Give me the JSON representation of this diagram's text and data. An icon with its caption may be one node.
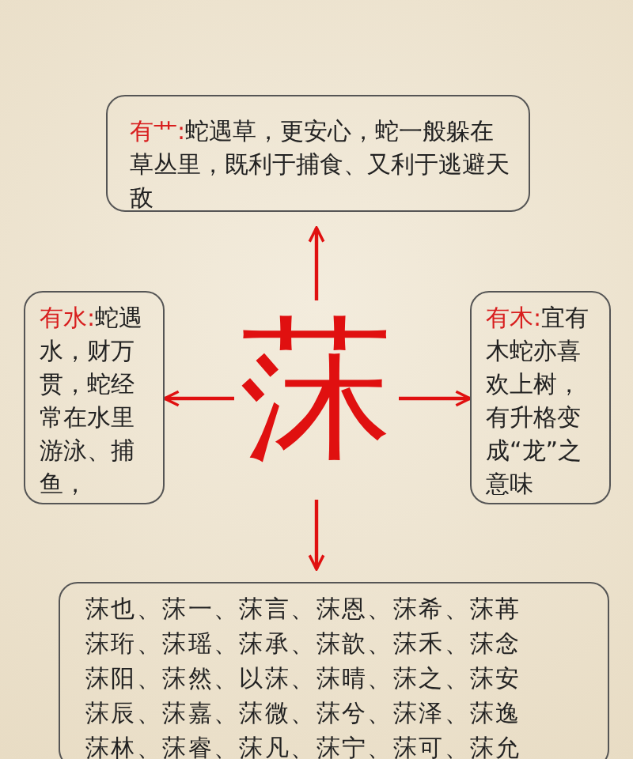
{
  "diagram": {
    "nodes": [
      {
        "text": [
          "莯"
        ]
      },
      {
        "text": [
          "有艹:",
          "蛇遇草，更安心，蛇一般躲在草丛里，既利于捕食、又利于逃避天敌"
        ]
      },
      {
        "text": [
          "有水:",
          "蛇遇水，财万贯，蛇经常在水里游泳、捕鱼，"
        ]
      },
      {
        "text": [
          "有木:",
          "宜有木蛇亦喜欢上树，有升格变成“龙”之意味"
        ]
      },
      {
        "text": [
          "莯也、莯一、莯言、莯恩、莯希、莯苒",
          "莯珩、莯瑶、莯承、莯歆、莯禾、莯念",
          "莯阳、莯然、以莯、莯晴、莯之、莯安",
          "莯辰、莯嘉、莯微、莯兮、莯泽、莯逸",
          "莯林、莯睿、莯凡、莯宁、莯可、莯允"
        ]
      }
    ],
    "edges": [
      {
        "from": 0,
        "to": 1,
        "arrow": "to"
      },
      {
        "from": 0,
        "to": 2,
        "arrow": "to"
      },
      {
        "from": 0,
        "to": 3,
        "arrow": "to"
      },
      {
        "from": 0,
        "to": 4,
        "arrow": "to"
      }
    ]
  }
}
